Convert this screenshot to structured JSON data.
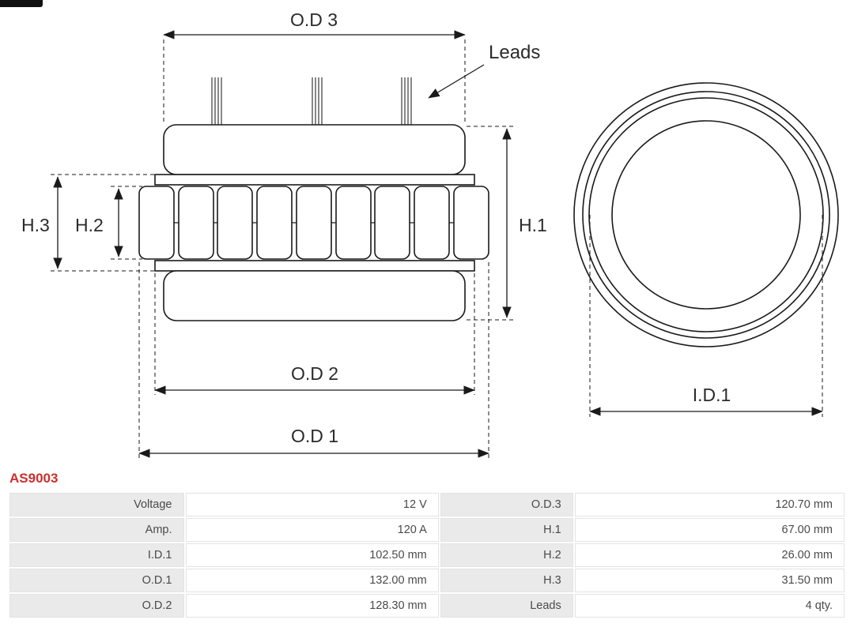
{
  "part_number": "AS9003",
  "accent_color": "#cc2e2e",
  "diagram": {
    "labels": {
      "od3": "O.D 3",
      "od2": "O.D 2",
      "od1": "O.D 1",
      "h1": "H.1",
      "h2": "H.2",
      "h3": "H.3",
      "id1": "I.D.1",
      "leads": "Leads"
    }
  },
  "spec_table": {
    "rows": [
      {
        "label1": "Voltage",
        "value1": "12 V",
        "label2": "O.D.3",
        "value2": "120.70 mm"
      },
      {
        "label1": "Amp.",
        "value1": "120 A",
        "label2": "H.1",
        "value2": "67.00 mm"
      },
      {
        "label1": "I.D.1",
        "value1": "102.50 mm",
        "label2": "H.2",
        "value2": "26.00 mm"
      },
      {
        "label1": "O.D.1",
        "value1": "132.00 mm",
        "label2": "H.3",
        "value2": "31.50 mm"
      },
      {
        "label1": "O.D.2",
        "value1": "128.30 mm",
        "label2": "Leads",
        "value2": "4 qty."
      }
    ]
  }
}
